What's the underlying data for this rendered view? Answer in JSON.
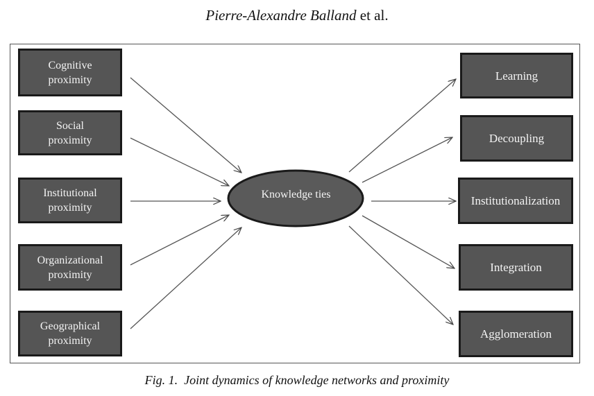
{
  "header": {
    "author": "Pierre-Alexandre Balland",
    "suffix": " et al."
  },
  "diagram": {
    "inputs": [
      {
        "label": "Cognitive\nproximity"
      },
      {
        "label": "Social\nproximity"
      },
      {
        "label": "Institutional\nproximity"
      },
      {
        "label": "Organizational\nproximity"
      },
      {
        "label": "Geographical\nproximity"
      }
    ],
    "center": {
      "label": "Knowledge ties"
    },
    "outputs": [
      {
        "label": "Learning"
      },
      {
        "label": "Decoupling"
      },
      {
        "label": "Institutionalization"
      },
      {
        "label": "Integration"
      },
      {
        "label": "Agglomeration"
      }
    ]
  },
  "caption": {
    "prefix": "Fig. 1.",
    "text": "Joint dynamics of knowledge networks and proximity"
  }
}
